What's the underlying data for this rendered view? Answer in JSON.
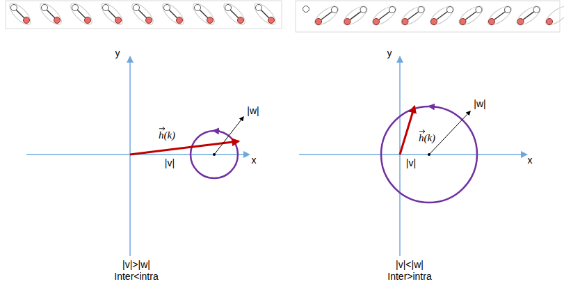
{
  "diagram": {
    "labels": [
      "y",
      "x",
      "h(k)",
      "|v|",
      "|w|",
      "|v|>|w|",
      "Inter<intra",
      "y",
      "x",
      "h(k)",
      "|v|",
      "|w|",
      "|v|<|w|",
      "Inter>intra"
    ]
  }
}
